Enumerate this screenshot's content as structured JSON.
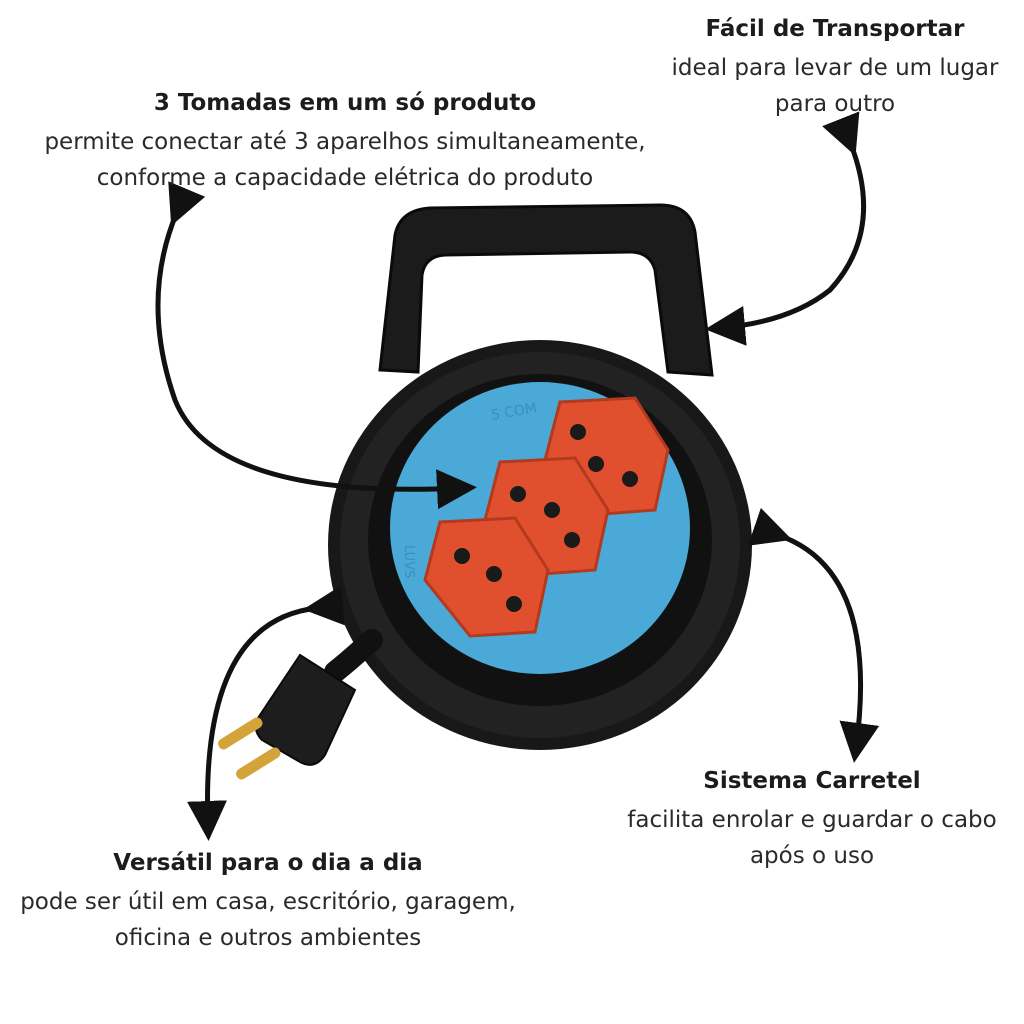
{
  "callouts": {
    "tomadas": {
      "title": "3 Tomadas em um só produto",
      "line1": "permite conectar até 3 aparelhos simultaneamente,",
      "line2": "conforme a capacidade elétrica do produto"
    },
    "transportar": {
      "title": "Fácil de Transportar",
      "line1": "ideal para levar de um lugar",
      "line2": "para outro"
    },
    "carretel": {
      "title": "Sistema Carretel",
      "line1": "facilita enrolar e guardar o cabo",
      "line2": "após o uso"
    },
    "versatil": {
      "title": "Versátil para o dia a dia",
      "line1": "pode ser útil em casa, escritório, garagem,",
      "line2": "oficina e outros ambientes"
    }
  },
  "product": {
    "face_text_top": "5 COM",
    "face_text_side": "LUVS",
    "colors": {
      "body": "#1a1a1a",
      "face": "#4aa9d6",
      "sockets": "#e0502e",
      "pins": "#d4a43a"
    }
  }
}
